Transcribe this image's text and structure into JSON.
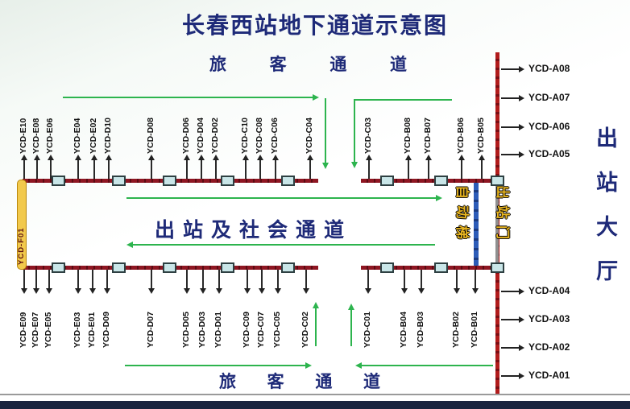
{
  "title": "长春西站地下通道示意图",
  "corridors": {
    "top_label": [
      "旅",
      "客",
      "通",
      "道"
    ],
    "bottom_label": [
      "旅",
      "客",
      "通",
      "道"
    ],
    "middle_label": "出站及社会通道",
    "exit_hall": [
      "出",
      "站",
      "大",
      "厅"
    ]
  },
  "gates": {
    "escalator_label": "自动梯",
    "exit_door_label": "出站门",
    "side_exit_label": "YCD-F01"
  },
  "doors": {
    "top": [
      "YCD-E10",
      "YCD-E08",
      "YCD-E06",
      "YCD-E04",
      "YCD-E02",
      "YCD-D10",
      "YCD-D08",
      "YCD-D06",
      "YCD-D04",
      "YCD-D02",
      "YCD-C10",
      "YCD-C08",
      "YCD-C06",
      "YCD-C04",
      "YCD-C03",
      "YCD-B08",
      "YCD-B07",
      "YCD-B06",
      "YCD-B05"
    ],
    "bottom": [
      "YCD-E09",
      "YCD-E07",
      "YCD-E05",
      "YCD-E03",
      "YCD-E01",
      "YCD-D09",
      "YCD-D07",
      "YCD-D05",
      "YCD-D03",
      "YCD-D01",
      "YCD-C09",
      "YCD-C07",
      "YCD-C05",
      "YCD-C02",
      "YCD-C01",
      "YCD-B04",
      "YCD-B03",
      "YCD-B02",
      "YCD-B01"
    ],
    "right_upper": [
      "YCD-A08",
      "YCD-A07",
      "YCD-A06",
      "YCD-A05"
    ],
    "right_lower": [
      "YCD-A04",
      "YCD-A03",
      "YCD-A02",
      "YCD-A01"
    ]
  },
  "colors": {
    "wall": "#8e1622",
    "exit_hall_line": "#b11c1c",
    "gate_square": "#c9e6e8",
    "escalator_line": "#2d5cb8",
    "exit_door_line": "#8f8f8f",
    "side_exit_bar": "#f2c94c",
    "guide_arrow": "#2db44e",
    "heading_text": "#1e2a78",
    "gate_label_gold": "#e8b520"
  }
}
